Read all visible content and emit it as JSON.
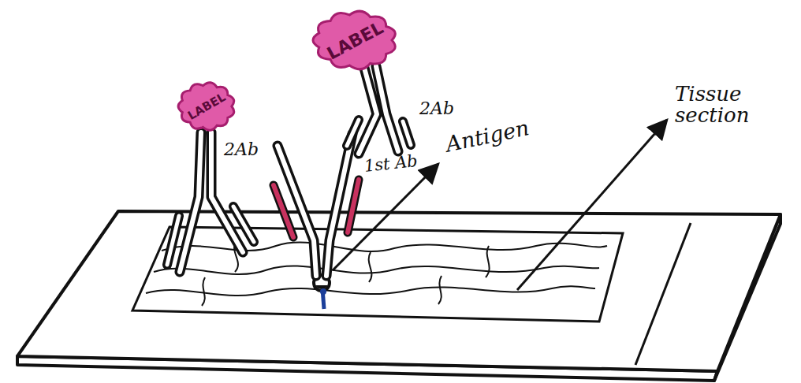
{
  "diagram": {
    "nodes": [
      {
        "text": [
          "LABEL"
        ]
      },
      {
        "text": [
          "LABEL"
        ]
      }
    ],
    "labels": [
      "2Ab",
      "2Ab",
      "1st Ab",
      "Antigen",
      "Tissue section"
    ]
  }
}
